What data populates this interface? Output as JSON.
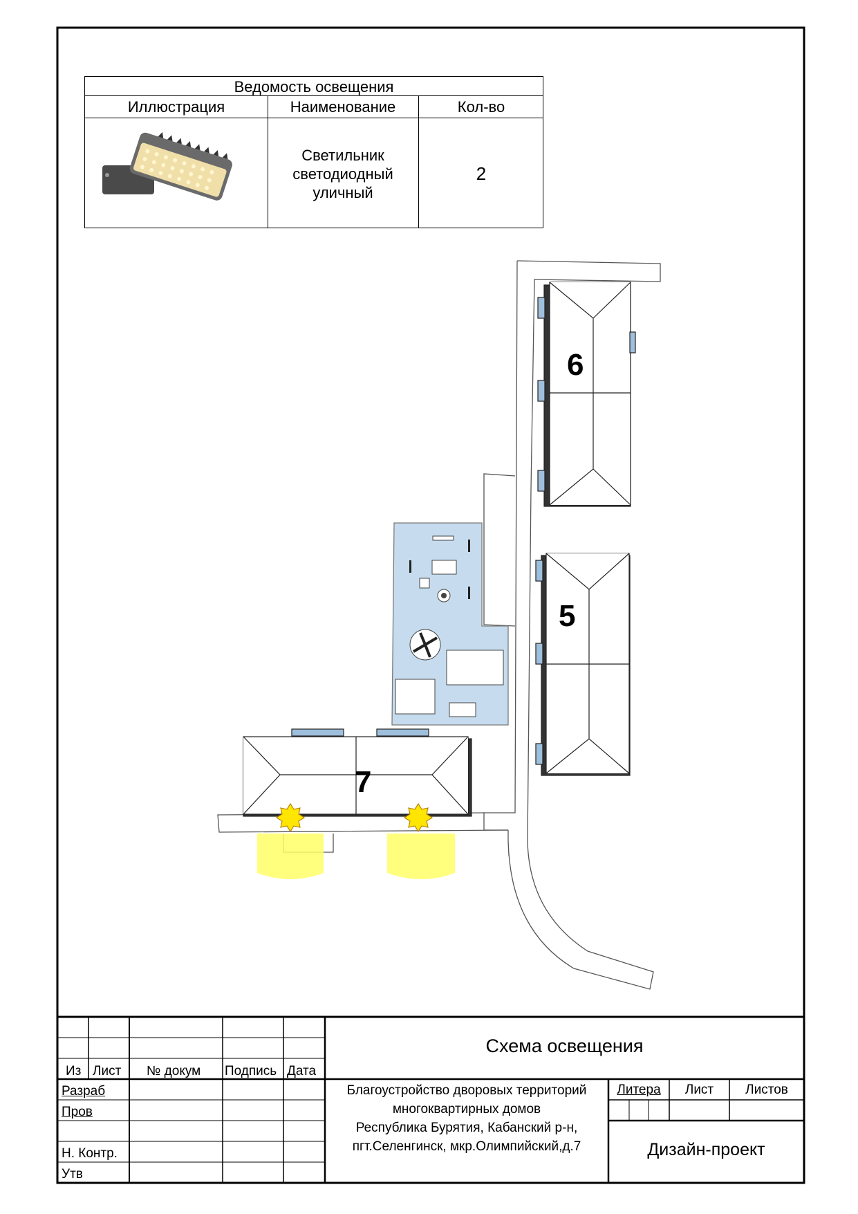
{
  "legend": {
    "title": "Ведомость освещения",
    "columns": [
      "Иллюстрация",
      "Наименование",
      "Кол-во"
    ],
    "rows": [
      {
        "illustration_icon": "led-street-lamp-icon",
        "name": "Светильник светодиодный уличный",
        "qty": "2"
      }
    ]
  },
  "plan": {
    "buildings": [
      "6",
      "5",
      "7"
    ],
    "playground_color": "#c6dcee",
    "light_color": "#ffff66",
    "lamp_icon_color": "#ffe600",
    "lamp_icon": "light-source-icon"
  },
  "stamp": {
    "headers": {
      "iz": "Из",
      "list": "Лист",
      "doc_no": "№ докум",
      "signature": "Подпись",
      "date": "Дата"
    },
    "roles": [
      "Разраб",
      "Пров",
      "Н. Контр.",
      "Утв"
    ],
    "drawing_title": "Схема освещения",
    "project_lines": [
      "Благоустройство дворовых территорий",
      "многоквартирных домов",
      "Республика Бурятия, Кабанский р-н,",
      "пгт.Селенгинск, мкр.Олимпийский,д.7"
    ],
    "litera": "Литера",
    "sheet": "Лист",
    "sheets": "Листов",
    "stage": "Дизайн-проект"
  }
}
